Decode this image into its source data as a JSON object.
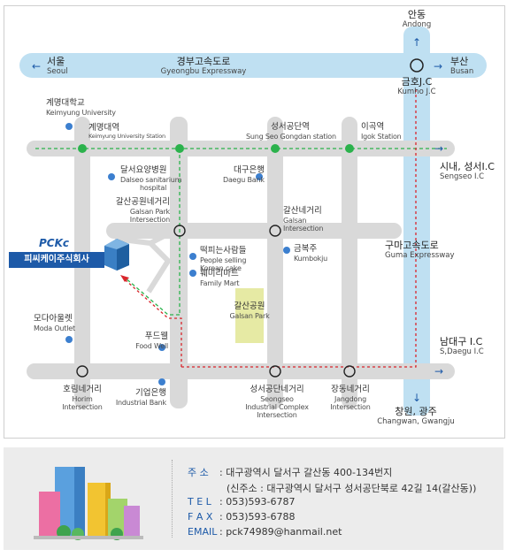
{
  "expressways": {
    "gyeongbu": {
      "ko": "경부고속도로",
      "en": "Gyeongbu Expressway"
    },
    "guma": {
      "ko": "구마고속도로",
      "en": "Guma Expressway"
    }
  },
  "directions": {
    "seoul": {
      "ko": "서울",
      "en": "Seoul"
    },
    "busan": {
      "ko": "부산",
      "en": "Busan"
    },
    "andong": {
      "ko": "안동",
      "en": "Andong"
    },
    "geumho": {
      "ko": "금호J.C",
      "en": "Kumho J.C"
    },
    "seongseo_ic": {
      "ko": "시내, 성서I.C",
      "en": "Sengseo I.C"
    },
    "daegu_ic": {
      "ko": "남대구 I.C",
      "en": "S,Daegu I.C"
    },
    "changwon": {
      "ko": "창원, 광주",
      "en": "Changwan, Gwangju"
    }
  },
  "stations": {
    "keimyung_univ": {
      "ko": "계명대학교",
      "en": "Keimyung University"
    },
    "keimyung_station": {
      "ko": "계명대역",
      "en": "Keimyung University Station"
    },
    "sungseo": {
      "ko": "성서공단역",
      "en": "Sung Seo Gongdan station"
    },
    "igok": {
      "ko": "이곡역",
      "en": "Igok Station"
    }
  },
  "places": {
    "dalseo_hospital": {
      "ko": "달서요양병원",
      "en1": "Dalseo sanitarium",
      "en2": "hospital"
    },
    "daegu_bank": {
      "ko": "대구은행",
      "en": "Daegu Bank"
    },
    "galsan_park_int": {
      "ko": "갈산공원네거리",
      "en1": "Galsan Park",
      "en2": "Intersection"
    },
    "galsan_int": {
      "ko": "갈산네거리",
      "en1": "Galsan",
      "en2": "Intersection"
    },
    "korean_cake": {
      "ko": "떡피는사람들",
      "en1": "People selling",
      "en2": "Korean cake"
    },
    "family_mart": {
      "ko": "훼미리마트",
      "en": "Family Mart"
    },
    "kumbokju": {
      "ko": "금복주",
      "en": "Kumbokju"
    },
    "galsan_park": {
      "ko": "갈산공원",
      "en": "Galsan Park"
    },
    "moda_outlet": {
      "ko": "모다아울렛",
      "en": "Moda Outlet"
    },
    "food_well": {
      "ko": "푸드웰",
      "en": "Food Well"
    },
    "horim_int": {
      "ko": "호림네거리",
      "en1": "Horim",
      "en2": "Intersection"
    },
    "industrial_bank": {
      "ko": "기업은행",
      "en": "Industrial Bank"
    },
    "seongseo_complex": {
      "ko": "성서공단네거리",
      "en1": "Seongseo",
      "en2": "Industrial Complex",
      "en3": "Intersection"
    },
    "jangdong_int": {
      "ko": "장동네거리",
      "en1": "Jangdong",
      "en2": "Intersection"
    }
  },
  "company": {
    "logo": "PCKc",
    "name": "피씨케이주식회사"
  },
  "contact": {
    "address_key": "주 소",
    "address": ": 대구광역시 달서구 갈산동 400-134번지",
    "new_address": "(신주소 : 대구광역시 달서구 성서공단북로 42길 14(갈산동))",
    "tel_key": "T E L",
    "tel": ": 053)593-6787",
    "fax_key": "F A X",
    "fax": ": 053)593-6788",
    "email_key": "EMAIL",
    "email": ": pck74989@hanmail.net"
  },
  "colors": {
    "road": "#d9d9d9",
    "expressway": "#bfe0f2",
    "subway": "#2bb24c",
    "route": "#d9262c",
    "marker": "#3c7fcf",
    "park": "#e6eaa4"
  }
}
